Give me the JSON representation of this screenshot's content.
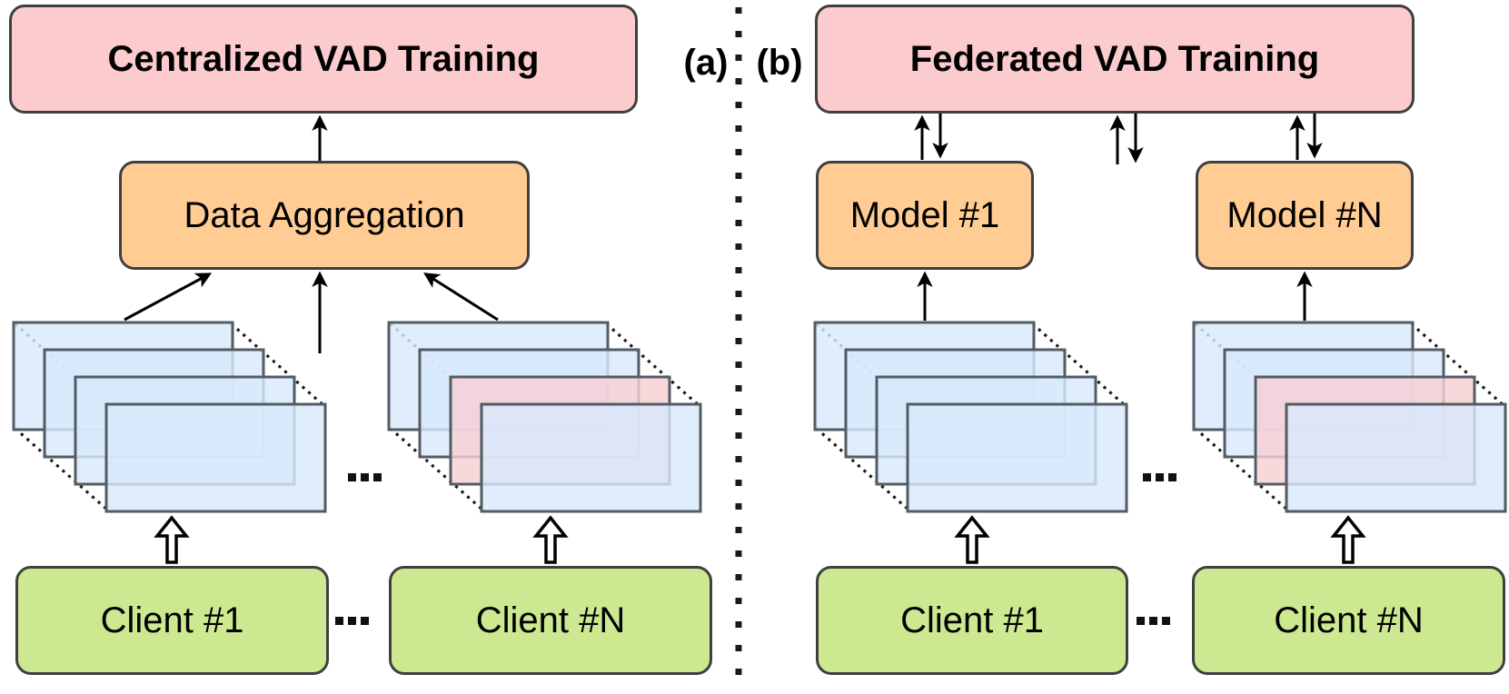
{
  "panels": {
    "a": {
      "label": "(a)",
      "title": "Centralized VAD Training",
      "aggregator": "Data Aggregation",
      "client_1": "Client #1",
      "client_n": "Client #N",
      "ellipsis_mid": "...",
      "ellipsis_clients": "..."
    },
    "b": {
      "label": "(b)",
      "title": "Federated VAD Training",
      "model_1": "Model #1",
      "model_n": "Model #N",
      "client_1": "Client #1",
      "client_n": "Client #N",
      "ellipsis_mid": "...",
      "ellipsis_clients": "..."
    }
  },
  "colors": {
    "training_box": "#fbcbce",
    "model_box": "#ffcc94",
    "client_box": "#cce890",
    "frame_blue": "#d8e9fb",
    "frame_pink": "#f8cfd4",
    "box_border": "#3f3f3f",
    "frame_border": "#535c64",
    "arrow": "#000000"
  }
}
